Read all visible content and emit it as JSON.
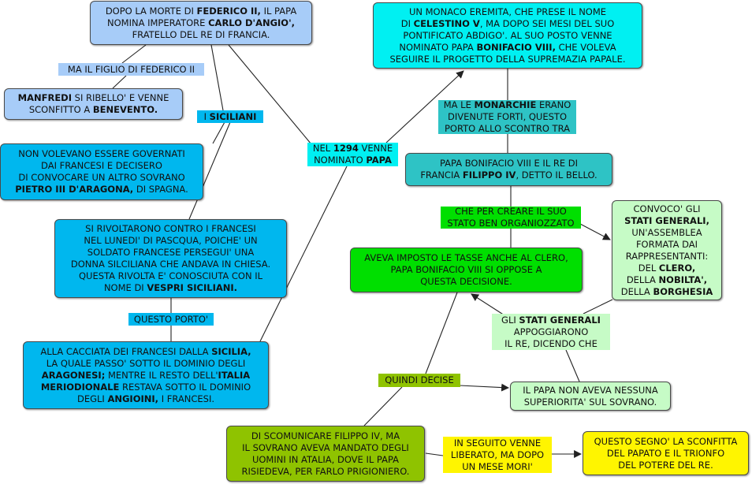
{
  "nodes": {
    "federico": [
      [
        {
          "t": "DOPO LA MORTE DI "
        },
        {
          "t": "FEDERICO II,",
          "b": true
        },
        {
          "t": " IL PAPA"
        }
      ],
      [
        {
          "t": "NOMINA IMPERATORE "
        },
        {
          "t": "CARLO D'ANGIO',",
          "b": true
        }
      ],
      [
        {
          "t": "FRATELLO DEL RE DI FRANCIA."
        }
      ]
    ],
    "manfredi": [
      [
        {
          "t": "MANFREDI",
          "b": true
        },
        {
          "t": " SI RIBELLO' E VENNE"
        }
      ],
      [
        {
          "t": "SCONFITTO A "
        },
        {
          "t": "BENEVENTO.",
          "b": true
        }
      ]
    ],
    "non_volevano": [
      [
        {
          "t": "NON VOLEVANO ESSERE GOVERNATI"
        }
      ],
      [
        {
          "t": "DAI FRANCESI E DECISERO"
        }
      ],
      [
        {
          "t": "DI CONVOCARE UN ALTRO SOVRANO"
        }
      ],
      [
        {
          "t": "PIETRO III D'ARAGONA,",
          "b": true
        },
        {
          "t": " DI SPAGNA."
        }
      ]
    ],
    "vespri": [
      [
        {
          "t": "SI RIVOLTARONO CONTRO I FRANCESI"
        }
      ],
      [
        {
          "t": "NEL LUNEDI' DI PASCQUA, POICHE' UN"
        }
      ],
      [
        {
          "t": "SOLDATO FRANCESE PERSEGUI' UNA"
        }
      ],
      [
        {
          "t": "DONNA SILCILIANA CHE ANDAVA IN CHIESA."
        }
      ],
      [
        {
          "t": "QUESTA RIVOLTA E' CONOSCIUTA CON IL"
        }
      ],
      [
        {
          "t": "NOME DI "
        },
        {
          "t": "VESPRI SICILIANI.",
          "b": true
        }
      ]
    ],
    "cacciata": [
      [
        {
          "t": "ALLA CACCIATA DEI FRANCESI DALLA "
        },
        {
          "t": "SICILIA,",
          "b": true
        }
      ],
      [
        {
          "t": "LA QUALE PASSO' SOTTO IL DOMINIO DEGLI"
        }
      ],
      [
        {
          "t": "ARAGONESI;",
          "b": true
        },
        {
          "t": " MENTRE IL RESTO DELL'"
        },
        {
          "t": "ITALIA",
          "b": true
        }
      ],
      [
        {
          "t": "MERIODIONALE",
          "b": true
        },
        {
          "t": " RESTAVA SOTTO IL DOMINIO"
        }
      ],
      [
        {
          "t": "DEGLI "
        },
        {
          "t": "ANGIOINI,",
          "b": true
        },
        {
          "t": " I FRANCESI."
        }
      ]
    ],
    "celestino": [
      [
        {
          "t": "UN MONACO EREMITA, CHE PRESE IL NOME"
        }
      ],
      [
        {
          "t": "DI "
        },
        {
          "t": "CELESTINO V",
          "b": true
        },
        {
          "t": ", MA DOPO SEI MESI DEL SUO"
        }
      ],
      [
        {
          "t": "PONTIFICATO ABDIGO'. AL SUO POSTO VENNE"
        }
      ],
      [
        {
          "t": "NOMINATO PAPA "
        },
        {
          "t": "BONIFACIO VIII,",
          "b": true
        },
        {
          "t": " CHE VOLEVA"
        }
      ],
      [
        {
          "t": "SEGUIRE IL PROGETTO DELLA SUPREMAZIA PAPALE."
        }
      ]
    ],
    "bonifacio_filippo": [
      [
        {
          "t": "PAPA BONIFACIO VIII E IL RE DI"
        }
      ],
      [
        {
          "t": "FRANCIA "
        },
        {
          "t": "FILIPPO IV",
          "b": true
        },
        {
          "t": ", DETTO IL BELLO."
        }
      ]
    ],
    "tasse": [
      [
        {
          "t": "AVEVA IMPOSTO LE TASSE ANCHE AL CLERO,"
        }
      ],
      [
        {
          "t": "PAPA BONIFACIO VIII SI OPPOSE A"
        }
      ],
      [
        {
          "t": "QUESTA DECISIONE."
        }
      ]
    ],
    "stati_generali": [
      [
        {
          "t": "CONVOCO' GLI"
        }
      ],
      [
        {
          "t": "STATI GENERALI,",
          "b": true
        }
      ],
      [
        {
          "t": "UN'ASSEMBLEA"
        }
      ],
      [
        {
          "t": "FORMATA DAI"
        }
      ],
      [
        {
          "t": "RAPPRESENTANTI:"
        }
      ],
      [
        {
          "t": "DEL "
        },
        {
          "t": "CLERO,",
          "b": true
        }
      ],
      [
        {
          "t": "DELLA "
        },
        {
          "t": "NOBILTA',",
          "b": true
        }
      ],
      [
        {
          "t": "DELLA "
        },
        {
          "t": "BORGHESIA",
          "b": true
        }
      ]
    ],
    "superiorita": [
      [
        {
          "t": "IL PAPA NON AVEVA NESSUNA"
        }
      ],
      [
        {
          "t": "SUPERIORITA' SUL SOVRANO."
        }
      ]
    ],
    "scomunicare": [
      [
        {
          "t": "DI SCOMUNICARE FILIPPO IV, MA"
        }
      ],
      [
        {
          "t": "IL SOVRANO AVEVA MANDATO DEGLI"
        }
      ],
      [
        {
          "t": "UOMINI  IN ATALIA, DOVE IL PAPA"
        }
      ],
      [
        {
          "t": "RISIEDEVA, PER FARLO PRIGIONIERO."
        }
      ]
    ],
    "sconfitta": [
      [
        {
          "t": "QUESTO SEGNO' LA SCONFITTA"
        }
      ],
      [
        {
          "t": "DEL PAPATO E IL TRIONFO"
        }
      ],
      [
        {
          "t": "DEL POTERE DEL RE."
        }
      ]
    ]
  },
  "labels": {
    "figlio": [
      [
        {
          "t": "MA IL FIGLIO DI FEDERICO II"
        }
      ]
    ],
    "siciliani": [
      [
        {
          "t": "I "
        },
        {
          "t": "SICILIANI",
          "b": true
        }
      ]
    ],
    "questo_porto": [
      [
        {
          "t": "QUESTO PORTO'"
        }
      ]
    ],
    "nel_1294": [
      [
        {
          "t": "NEL "
        },
        {
          "t": "1294",
          "b": true
        },
        {
          "t": " VENNE"
        }
      ],
      [
        {
          "t": "NOMINATO "
        },
        {
          "t": "PAPA",
          "b": true
        }
      ]
    ],
    "monarchie": [
      [
        {
          "t": "MA LE "
        },
        {
          "t": "MONARCHIE",
          "b": true
        },
        {
          "t": " ERANO"
        }
      ],
      [
        {
          "t": "DIVENUTE FORTI, QUESTO"
        }
      ],
      [
        {
          "t": "PORTO ALLO SCONTRO TRA"
        }
      ]
    ],
    "per_creare": [
      [
        {
          "t": "CHE PER CREARE IL SUO"
        }
      ],
      [
        {
          "t": "STATO BEN ORGANIOZZATO"
        }
      ]
    ],
    "appoggiarono": [
      [
        {
          "t": "GLI "
        },
        {
          "t": "STATI GENERALI",
          "b": true
        }
      ],
      [
        {
          "t": "APPOGGIARONO"
        }
      ],
      [
        {
          "t": "IL RE, DICENDO CHE"
        }
      ]
    ],
    "quindi_decise": [
      [
        {
          "t": "QUINDI DECISE"
        }
      ]
    ],
    "in_seguito": [
      [
        {
          "t": "IN SEGUITO VENNE"
        }
      ],
      [
        {
          "t": "LIBERATO, MA DOPO"
        }
      ],
      [
        {
          "t": "UN MESE MORI'"
        }
      ]
    ]
  },
  "colors": {
    "sky": "#a7ccf8",
    "blue": "#00b7ee",
    "cyan": "#00f0f2",
    "teal": "#2ec3c5",
    "green": "#00df00",
    "pale_green": "#c6fbc6",
    "olive": "#8fc300",
    "yellow": "#fff500",
    "connector": "#222222"
  }
}
